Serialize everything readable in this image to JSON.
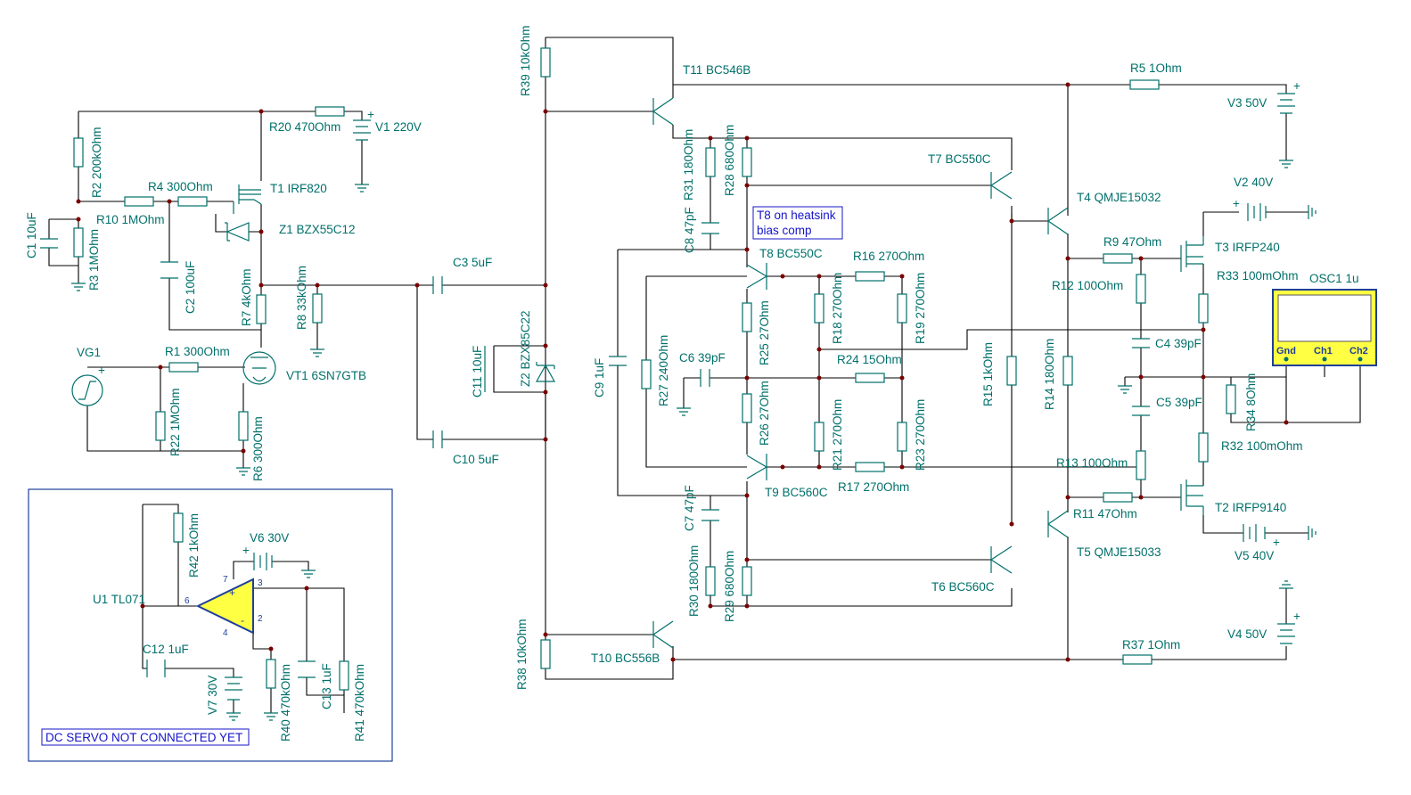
{
  "components": {
    "R39": "R39 10kOhm",
    "T11": "T11 BC546B",
    "R5": "R5 1Ohm",
    "V3": "V3 50V",
    "R20": "R20 470Ohm",
    "V1": "V1 220V",
    "R2": "R2 200kOhm",
    "R4": "R4 300Ohm",
    "T1": "T1 IRF820",
    "R10": "R10 1MOhm",
    "C1": "C1 10uF",
    "R3": "R3 1MOhm",
    "Z1": "Z1 BZX55C12",
    "C2": "C2 100uF",
    "R7": "R7 4kOhm",
    "R8": "R8 33kOhm",
    "C3": "C3 5uF",
    "VG1": "VG1",
    "R1": "R1 300Ohm",
    "VT1": "VT1 6SN7GTB",
    "R22": "R22 1MOhm",
    "R6": "R6 300Ohm",
    "C11": "C11 10uF",
    "Z2": "Z2 BZX85C22",
    "C10": "C10 5uF",
    "R31": "R31 180Ohm",
    "R28": "R28 680Ohm",
    "C8": "C8 47pF",
    "T8": "T8 BC550C",
    "T7": "T7 BC550C",
    "T4": "T4 QMJE15032",
    "V2": "V2 40V",
    "R9": "R9 47Ohm",
    "T3": "T3 IRFP240",
    "R16": "R16 270Ohm",
    "R12": "R12 100Ohm",
    "R33": "R33 100mOhm",
    "OSC1": "OSC1 1u",
    "C9": "C9 1uF",
    "R27": "R27 240Ohm",
    "R25": "R25 27Ohm",
    "R18": "R18 270Ohm",
    "R19": "R19 270Ohm",
    "C6": "C6 39pF",
    "R24": "R24 15Ohm",
    "C4": "C4 39pF",
    "R15": "R15 1kOhm",
    "R14": "R14 180Ohm",
    "C5": "C5 39pF",
    "R34": "R34 8Ohm",
    "R26": "R26 27Ohm",
    "R21": "R21 270Ohm",
    "R23": "R23 270Ohm",
    "R32": "R32 100mOhm",
    "R13": "R13 100Ohm",
    "T9": "T9 BC560C",
    "R17": "R17 270Ohm",
    "C7": "C7 47pF",
    "R11": "R11 47Ohm",
    "T2": "T2 IRFP9140",
    "R42": "R42 1kOhm",
    "V6": "V6 30V",
    "U1": "U1 TL071",
    "T5": "T5 QMJE15033",
    "V5": "V5 40V",
    "R30": "R30 180Ohm",
    "R29": "R29 680Ohm",
    "T6": "T6 BC560C",
    "C12": "C12 1uF",
    "V7": "V7 30V",
    "R40": "R40 470kOhm",
    "C13": "C13 1uF",
    "R41": "R41 470kOhm",
    "R38": "R38 10kOhm",
    "T10": "T10 BC556B",
    "R37": "R37 1Ohm",
    "V4": "V4 50V"
  },
  "notes": {
    "bias_line1": "T8 on heatsink",
    "bias_line2": "bias comp",
    "dc_servo": "DC SERVO NOT CONNECTED YET"
  },
  "osc": {
    "gnd": "Gnd",
    "ch1": "Ch1",
    "ch2": "Ch2"
  },
  "pins": {
    "p7": "7",
    "p6": "6",
    "p3": "3",
    "p2": "2",
    "p4": "4"
  },
  "polarity": {
    "plus": "+",
    "minus": "-"
  },
  "colors": {
    "wire": "#000000",
    "component": "#00706b",
    "junction": "#7a0000",
    "note": "#1515c8",
    "scope_fill": "#ffff44"
  }
}
